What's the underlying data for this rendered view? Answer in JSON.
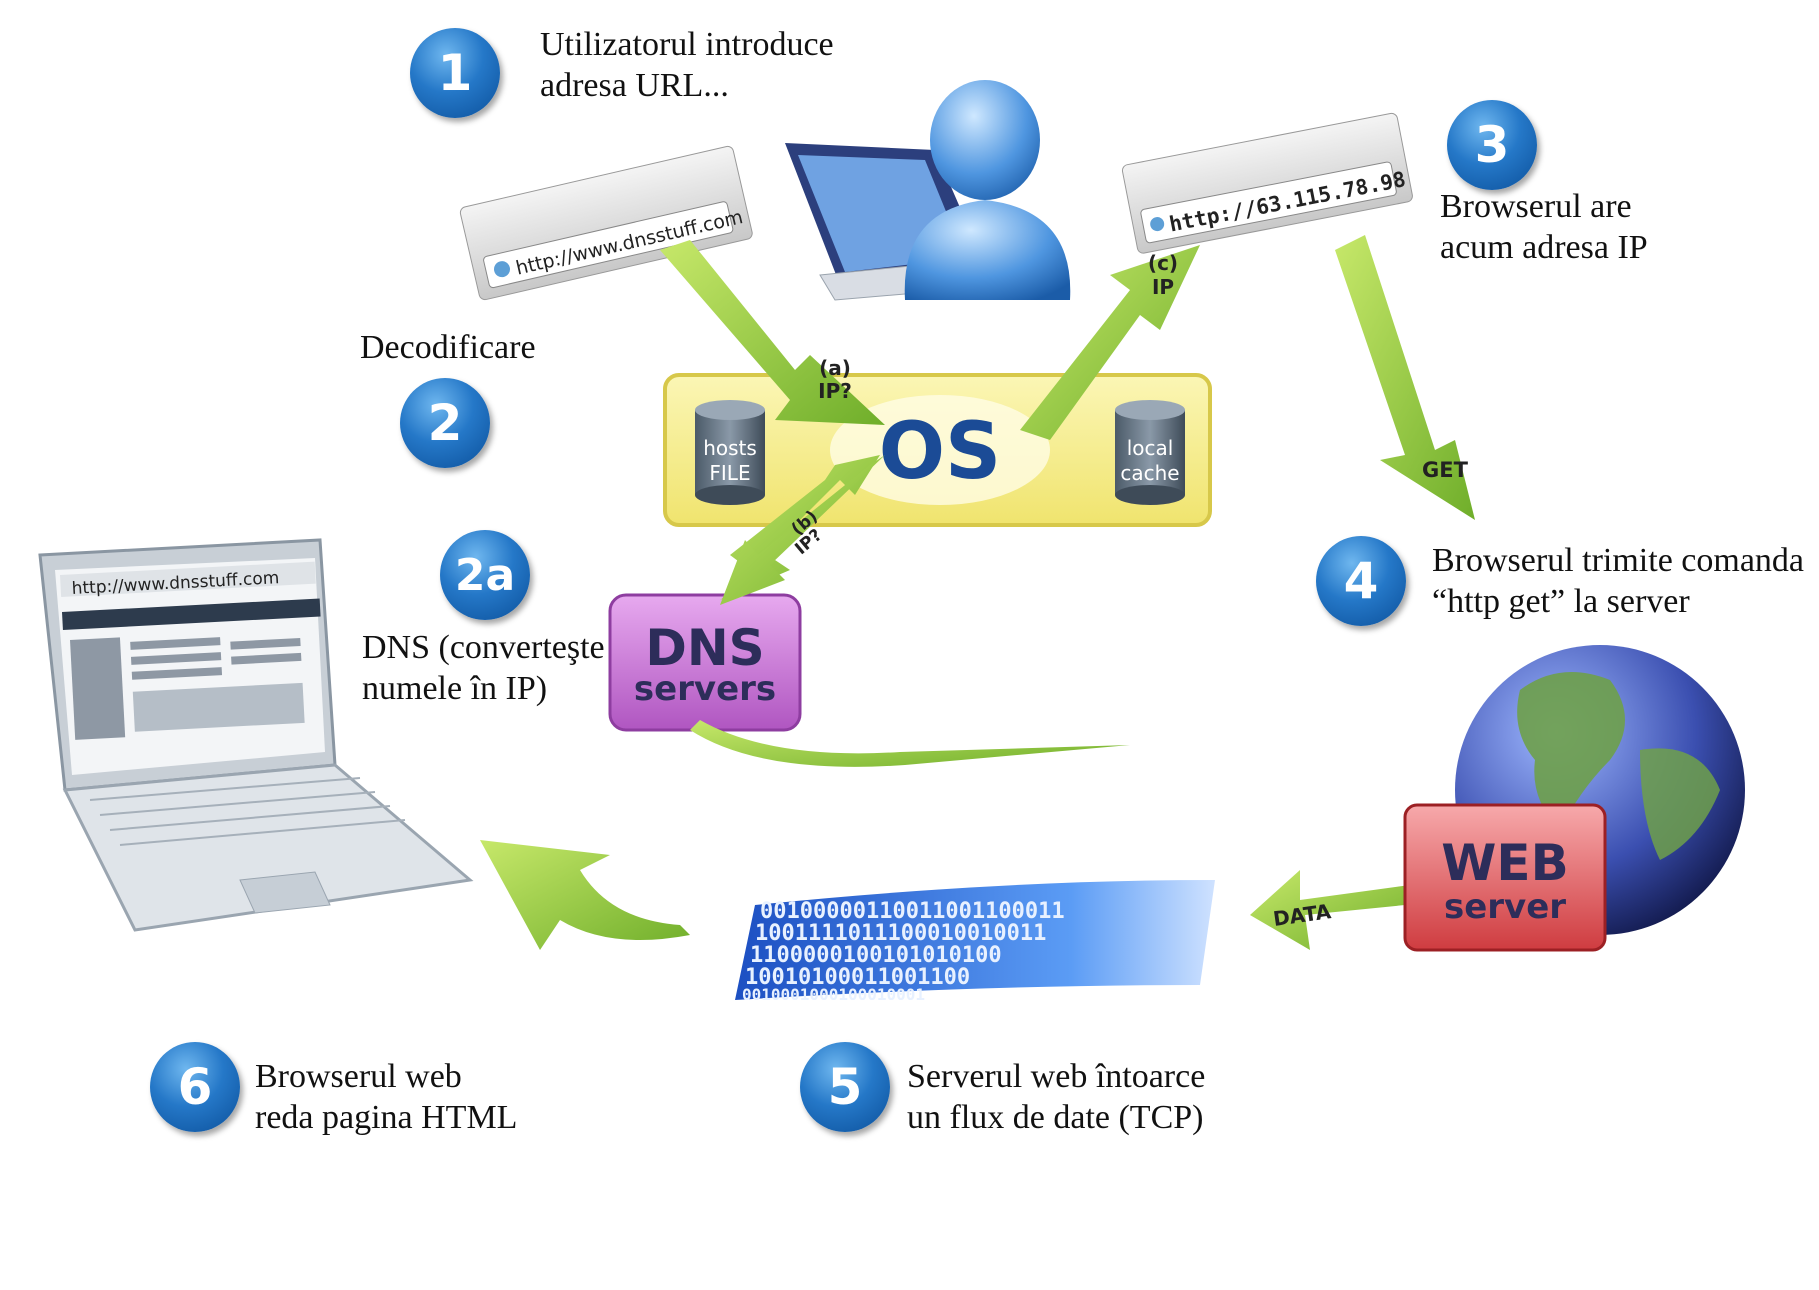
{
  "steps": {
    "s1": {
      "num": "1",
      "line1": "Utilizatorul introduce",
      "line2": "adresa URL..."
    },
    "s2": {
      "num": "2",
      "label": "Decodificare"
    },
    "s2a": {
      "num": "2a",
      "line1": "DNS (converteşte",
      "line2": "numele în IP)"
    },
    "s3": {
      "num": "3",
      "line1": "Browserul are",
      "line2": "acum adresa IP"
    },
    "s4": {
      "num": "4",
      "line1": "Browserul trimite comanda",
      "line2": "“http get” la server"
    },
    "s5": {
      "num": "5",
      "line1": "Serverul web întoarce",
      "line2": "un flux de date (TCP)"
    },
    "s6": {
      "num": "6",
      "line1": "Browserul web",
      "line2": "reda pagina HTML"
    }
  },
  "graphics": {
    "url_bar_name": "http://www.dnsstuff.com",
    "url_bar_ip": "http://63.115.78.98",
    "laptop_url": "http://www.dnsstuff.com",
    "os_label": "OS",
    "hosts_line1": "hosts",
    "hosts_line2": "FILE",
    "cache_line1": "local",
    "cache_line2": "cache",
    "dns_line1": "DNS",
    "dns_line2": "servers",
    "web_line1": "WEB",
    "web_line2": "server",
    "arrow_a_1": "(a)",
    "arrow_a_2": "IP?",
    "arrow_b_1": "(b)",
    "arrow_b_2": "IP?",
    "arrow_c_1": "(c)",
    "arrow_c_2": "IP",
    "arrow_get": "GET",
    "arrow_data": "DATA",
    "binary_rows": [
      "00100000110011001100011",
      "1001111011100010010011",
      "1100000100101010100",
      "10010100011001100",
      "0010001000100010001"
    ]
  },
  "colors": {
    "arrow_green": "#8cc63f",
    "os_box": "#f3ec92",
    "dns_box": "#c67bd2",
    "web_box": "#e0565a",
    "badge_blue": "#1c6fc2"
  }
}
